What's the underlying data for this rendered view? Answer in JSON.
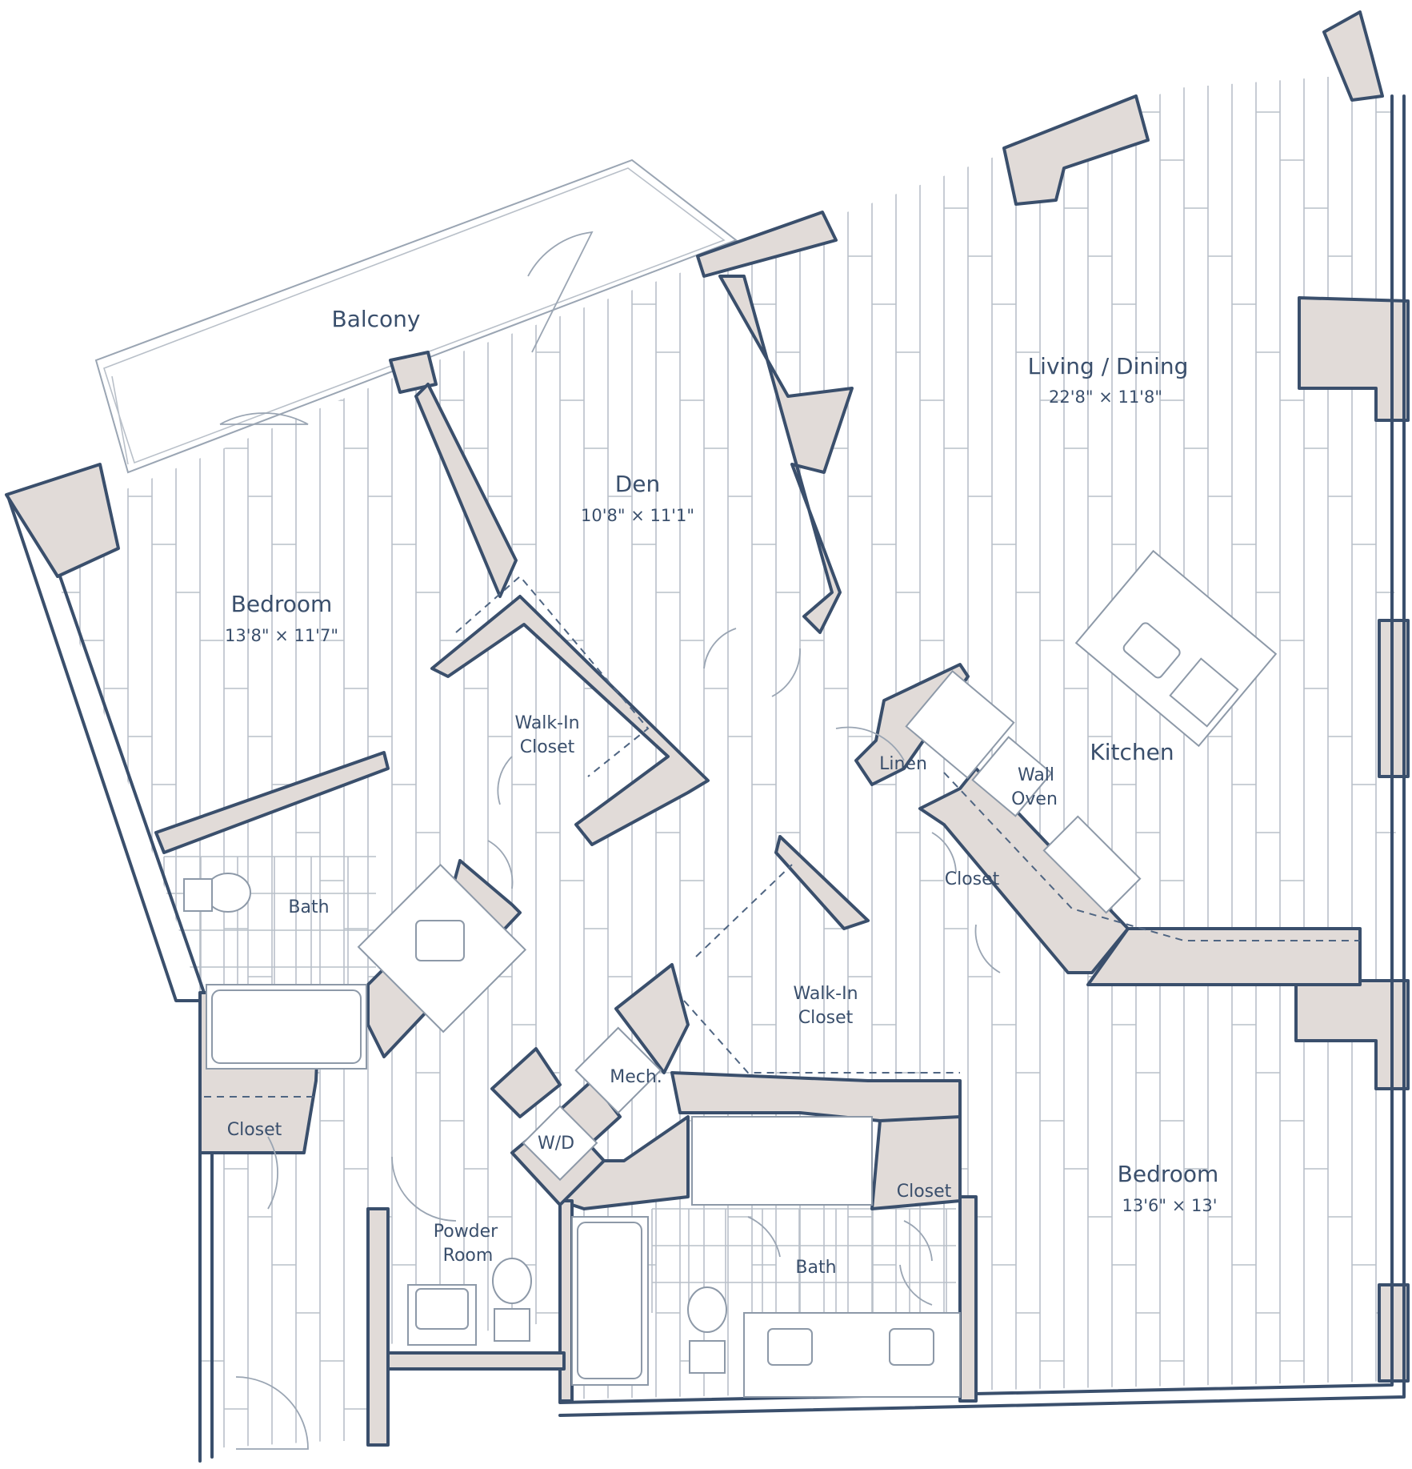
{
  "plan": {
    "rooms": [
      {
        "name": "Balcony",
        "dim": ""
      },
      {
        "name": "Living / Dining",
        "dim": "22'8\" × 11'8\""
      },
      {
        "name": "Den",
        "dim": "10'8\" × 11'1\""
      },
      {
        "name": "Bedroom",
        "dim": "13'8\" × 11'7\""
      },
      {
        "name": "Walk-In",
        "name2": "Closet",
        "dim": ""
      },
      {
        "name": "Kitchen",
        "dim": ""
      },
      {
        "name": "Linen",
        "dim": ""
      },
      {
        "name": "Wall",
        "name2": "Oven",
        "dim": ""
      },
      {
        "name": "Closet",
        "dim": ""
      },
      {
        "name": "Bath",
        "dim": ""
      },
      {
        "name": "Walk-In",
        "name2": "Closet",
        "dim": ""
      },
      {
        "name": "Mech.",
        "dim": ""
      },
      {
        "name": "W/D",
        "dim": ""
      },
      {
        "name": "Closet",
        "dim": ""
      },
      {
        "name": "Bedroom",
        "dim": "13'6\" × 13'"
      },
      {
        "name": "Closet",
        "dim": ""
      },
      {
        "name": "Powder",
        "name2": "Room",
        "dim": ""
      },
      {
        "name": "Bath",
        "dim": ""
      }
    ],
    "colors": {
      "wall_fill": "#e1dbd8",
      "wall_stroke": "#3a4f6c",
      "label": "#3a4f6c",
      "floor_line": "#b9c0c9"
    }
  }
}
